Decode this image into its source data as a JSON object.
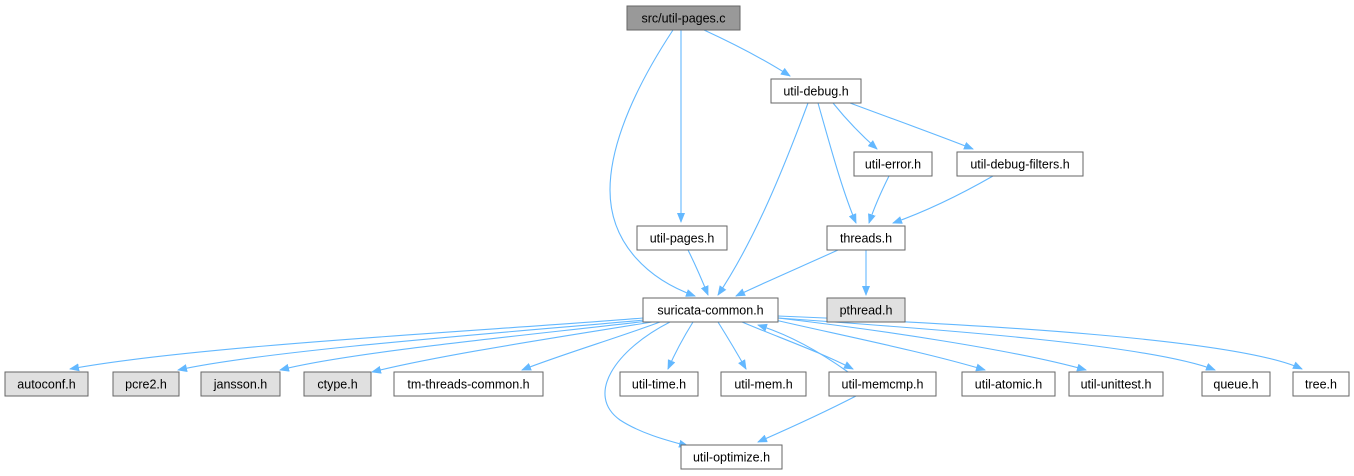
{
  "colors": {
    "edge": "#63b8ff",
    "node_fill": "#ffffff",
    "node_stroke": "#666666",
    "root_fill": "#999999",
    "external_fill": "#e0e0e0"
  },
  "nodes": [
    {
      "id": "src_util_pages_c",
      "label": "src/util-pages.c",
      "kind": "root"
    },
    {
      "id": "util_debug_h",
      "label": "util-debug.h",
      "kind": "file"
    },
    {
      "id": "util_error_h",
      "label": "util-error.h",
      "kind": "file"
    },
    {
      "id": "util_debug_filters_h",
      "label": "util-debug-filters.h",
      "kind": "file"
    },
    {
      "id": "util_pages_h",
      "label": "util-pages.h",
      "kind": "file"
    },
    {
      "id": "threads_h",
      "label": "threads.h",
      "kind": "file"
    },
    {
      "id": "suricata_common_h",
      "label": "suricata-common.h",
      "kind": "file"
    },
    {
      "id": "pthread_h",
      "label": "pthread.h",
      "kind": "external"
    },
    {
      "id": "autoconf_h",
      "label": "autoconf.h",
      "kind": "external"
    },
    {
      "id": "pcre2_h",
      "label": "pcre2.h",
      "kind": "external"
    },
    {
      "id": "jansson_h",
      "label": "jansson.h",
      "kind": "external"
    },
    {
      "id": "ctype_h",
      "label": "ctype.h",
      "kind": "external"
    },
    {
      "id": "tm_threads_common_h",
      "label": "tm-threads-common.h",
      "kind": "file"
    },
    {
      "id": "util_time_h",
      "label": "util-time.h",
      "kind": "file"
    },
    {
      "id": "util_mem_h",
      "label": "util-mem.h",
      "kind": "file"
    },
    {
      "id": "util_memcmp_h",
      "label": "util-memcmp.h",
      "kind": "file"
    },
    {
      "id": "util_atomic_h",
      "label": "util-atomic.h",
      "kind": "file"
    },
    {
      "id": "util_unittest_h",
      "label": "util-unittest.h",
      "kind": "file"
    },
    {
      "id": "queue_h",
      "label": "queue.h",
      "kind": "file"
    },
    {
      "id": "tree_h",
      "label": "tree.h",
      "kind": "file"
    },
    {
      "id": "util_optimize_h",
      "label": "util-optimize.h",
      "kind": "file"
    }
  ],
  "edges": [
    {
      "from": "src_util_pages_c",
      "to": "util_debug_h"
    },
    {
      "from": "src_util_pages_c",
      "to": "util_pages_h"
    },
    {
      "from": "src_util_pages_c",
      "to": "suricata_common_h"
    },
    {
      "from": "util_debug_h",
      "to": "util_error_h"
    },
    {
      "from": "util_debug_h",
      "to": "util_debug_filters_h"
    },
    {
      "from": "util_debug_h",
      "to": "threads_h"
    },
    {
      "from": "util_debug_h",
      "to": "suricata_common_h"
    },
    {
      "from": "util_error_h",
      "to": "threads_h"
    },
    {
      "from": "util_debug_filters_h",
      "to": "threads_h"
    },
    {
      "from": "util_pages_h",
      "to": "suricata_common_h"
    },
    {
      "from": "threads_h",
      "to": "suricata_common_h"
    },
    {
      "from": "threads_h",
      "to": "pthread_h"
    },
    {
      "from": "suricata_common_h",
      "to": "autoconf_h"
    },
    {
      "from": "suricata_common_h",
      "to": "pcre2_h"
    },
    {
      "from": "suricata_common_h",
      "to": "jansson_h"
    },
    {
      "from": "suricata_common_h",
      "to": "ctype_h"
    },
    {
      "from": "suricata_common_h",
      "to": "tm_threads_common_h"
    },
    {
      "from": "suricata_common_h",
      "to": "util_time_h"
    },
    {
      "from": "suricata_common_h",
      "to": "util_mem_h"
    },
    {
      "from": "suricata_common_h",
      "to": "util_memcmp_h"
    },
    {
      "from": "suricata_common_h",
      "to": "util_atomic_h"
    },
    {
      "from": "suricata_common_h",
      "to": "util_unittest_h"
    },
    {
      "from": "suricata_common_h",
      "to": "queue_h"
    },
    {
      "from": "suricata_common_h",
      "to": "tree_h"
    },
    {
      "from": "suricata_common_h",
      "to": "util_optimize_h"
    },
    {
      "from": "util_memcmp_h",
      "to": "suricata_common_h"
    },
    {
      "from": "util_memcmp_h",
      "to": "util_optimize_h"
    }
  ]
}
